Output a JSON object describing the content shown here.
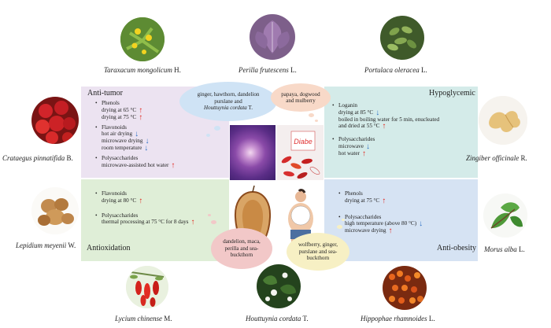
{
  "plants": {
    "taraxacum": {
      "italic": "Taraxacum mongolicum",
      "suffix": " H."
    },
    "perilla": {
      "italic": "Perilla frutescens",
      "suffix": " L."
    },
    "portulaca": {
      "italic": "Portulaca oleracea",
      "suffix": " L."
    },
    "crataegus": {
      "italic": "Crataegus pinnatifida",
      "suffix": " B."
    },
    "zingiber": {
      "italic": "Zingiber officinale",
      "suffix": " R."
    },
    "lepidium": {
      "italic": "Lepidium meyenii",
      "suffix": " W."
    },
    "morus": {
      "italic": "Morus alba",
      "suffix": " L."
    },
    "lycium": {
      "italic": "Lycium chinense",
      "suffix": " M."
    },
    "houttuynia": {
      "italic": "Houttuynia cordata",
      "suffix": " T."
    },
    "hippophae": {
      "italic": "Hippophae rhamnoides",
      "suffix": " L."
    }
  },
  "panels": {
    "anti_tumor": {
      "title": "Anti-tumor",
      "phenols": "Phenols",
      "phenols_1": "drying at 65 °C",
      "phenols_2": "drying at 75 °C",
      "flavonoids": "Flavonoids",
      "flavonoids_1": "hot air drying",
      "flavonoids_2": "microwave drying",
      "flavonoids_3": "room temperature",
      "polysaccharides": "Polysaccharides",
      "polysaccharides_1": "microwave-assisted hot water"
    },
    "hypoglycemic": {
      "title": "Hypoglycemic",
      "loganin": "Loganin",
      "loganin_1": "drying at 85 °C",
      "loganin_2": "boiled in boiling water for 5 min, enucleated",
      "loganin_3": "and dried at 55 °C",
      "polysaccharides": "Polysaccharides",
      "polysaccharides_1": "microwave",
      "polysaccharides_2": "hot water"
    },
    "antioxidation": {
      "title": "Antioxidation",
      "flavonoids": "Flavonoids",
      "flavonoids_1": "drying at 80 °C",
      "polysaccharides": "Polysaccharides",
      "polysaccharides_1": "thermal processing at 75 °C for 8 days"
    },
    "anti_obesity": {
      "title": "Anti-obesity",
      "phenols": "Phenols",
      "phenols_1": "drying at 75 °C",
      "polysaccharides": "Polysaccharides",
      "polysaccharides_1": "high temperature (above 80 °C)",
      "polysaccharides_2": "microwave drying"
    }
  },
  "clouds": {
    "top_left": {
      "line1": "ginger, hawthorn, dandelion",
      "line2": "purslane and",
      "line3_italic": "Houttuynia cordata",
      "line3_suffix": " T."
    },
    "top_right": {
      "line1": "papaya, dogwood",
      "line2": "and mulberry"
    },
    "bottom_left": {
      "line1": "dandelion, maca,",
      "line2": "perilla and sea-",
      "line3": "buckthorn"
    },
    "bottom_right": {
      "line1": "wolfberry, ginger,",
      "line2": "purslane and sea-",
      "line3": "buckthorn"
    }
  },
  "center": {
    "diabetes_label": "Diabe"
  },
  "colors": {
    "anti_tumor_bg": "#ece3f1",
    "hypoglycemic_bg": "#d4ebe9",
    "antioxidation_bg": "#dfeed7",
    "anti_obesity_bg": "#d6e3f3",
    "arrow_up": "#e1251b",
    "arrow_down": "#2c6fc4",
    "cloud_blue": "#cfe3f5",
    "cloud_peach": "#f8d9c8",
    "cloud_pink": "#f2c8c8",
    "cloud_yellow": "#f7f0c4"
  }
}
